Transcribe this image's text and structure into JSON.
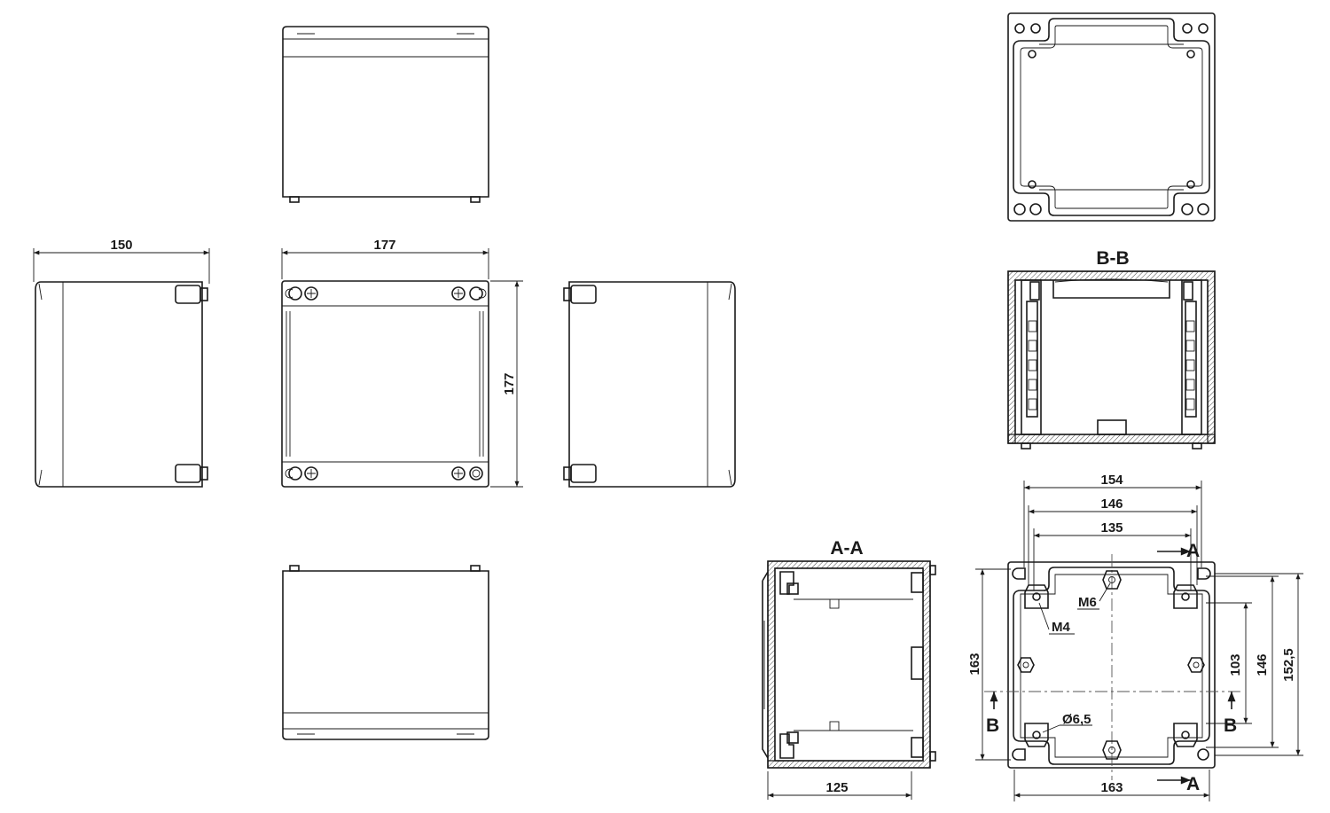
{
  "dimensions": {
    "side_depth": "150",
    "front_width": "177",
    "front_height": "177",
    "bottom_154": "154",
    "bottom_146_h": "146",
    "bottom_135": "135",
    "bottom_163_v": "163",
    "bottom_163_h": "163",
    "bottom_103": "103",
    "bottom_146_v": "146",
    "bottom_1525": "152,5",
    "aa_125": "125"
  },
  "callouts": {
    "m6": "M6",
    "m4": "M4",
    "d65": "Ø6,5"
  },
  "sections": {
    "aa_title": "A-A",
    "bb_title": "B-B",
    "a_top": "A",
    "a_bottom": "A",
    "b_left": "B",
    "b_right": "B"
  }
}
